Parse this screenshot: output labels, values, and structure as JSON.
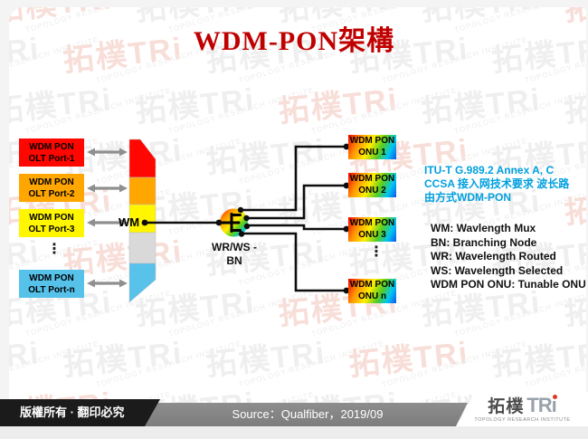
{
  "title": "WDM-PON架構",
  "watermark": {
    "main": "拓樸TRi",
    "sub": "TOPOLOGY RESEARCH INSTITUTE"
  },
  "diagram": {
    "olt_ports": [
      {
        "label": "WDM PON\nOLT Port-1",
        "color": "#ff0600"
      },
      {
        "label": "WDM PON\nOLT Port-2",
        "color": "#ffa600"
      },
      {
        "label": "WDM PON\nOLT Port-3",
        "color": "#fff600"
      },
      {
        "label": "WDM PON\nOLT Port-n",
        "color": "#56c2ea"
      }
    ],
    "olt_ellipsis": "⋮",
    "wm_label": "WM",
    "node_label": "WR/WS -\nBN",
    "onu_units": [
      {
        "label": "WDM PON\nONU 1"
      },
      {
        "label": "WDM PON\nONU 2"
      },
      {
        "label": "WDM PON\nONU 3"
      },
      {
        "label": "WDM PON\nONU n"
      }
    ],
    "onu_ellipsis": "⋮",
    "standards_note": "ITU-T G.989.2 Annex A, C\nCCSA 接入网技术要求 波长路\n由方式WDM-PON",
    "standards_note_color": "#00a0df",
    "legend": "WM: Wavlength Mux\nBN: Branching Node\nWR: Wavelength Routed\nWS: Wavelength Selected\nWDM PON ONU: Tunable ONU",
    "mux_segment_colors": [
      "#ff0600",
      "#ffa600",
      "#fff600",
      "#d9d9d9",
      "#59c2ea"
    ]
  },
  "footer": {
    "copyright": "版權所有 · 翻印必究",
    "source": "Source：Qualfiber，2019/09",
    "logo_cn": "拓樸",
    "logo_en": "TR",
    "logo_i": "ı",
    "logo_sub": "TOPOLOGY RESEARCH INSTITUTE",
    "title_color": "#c00000"
  }
}
